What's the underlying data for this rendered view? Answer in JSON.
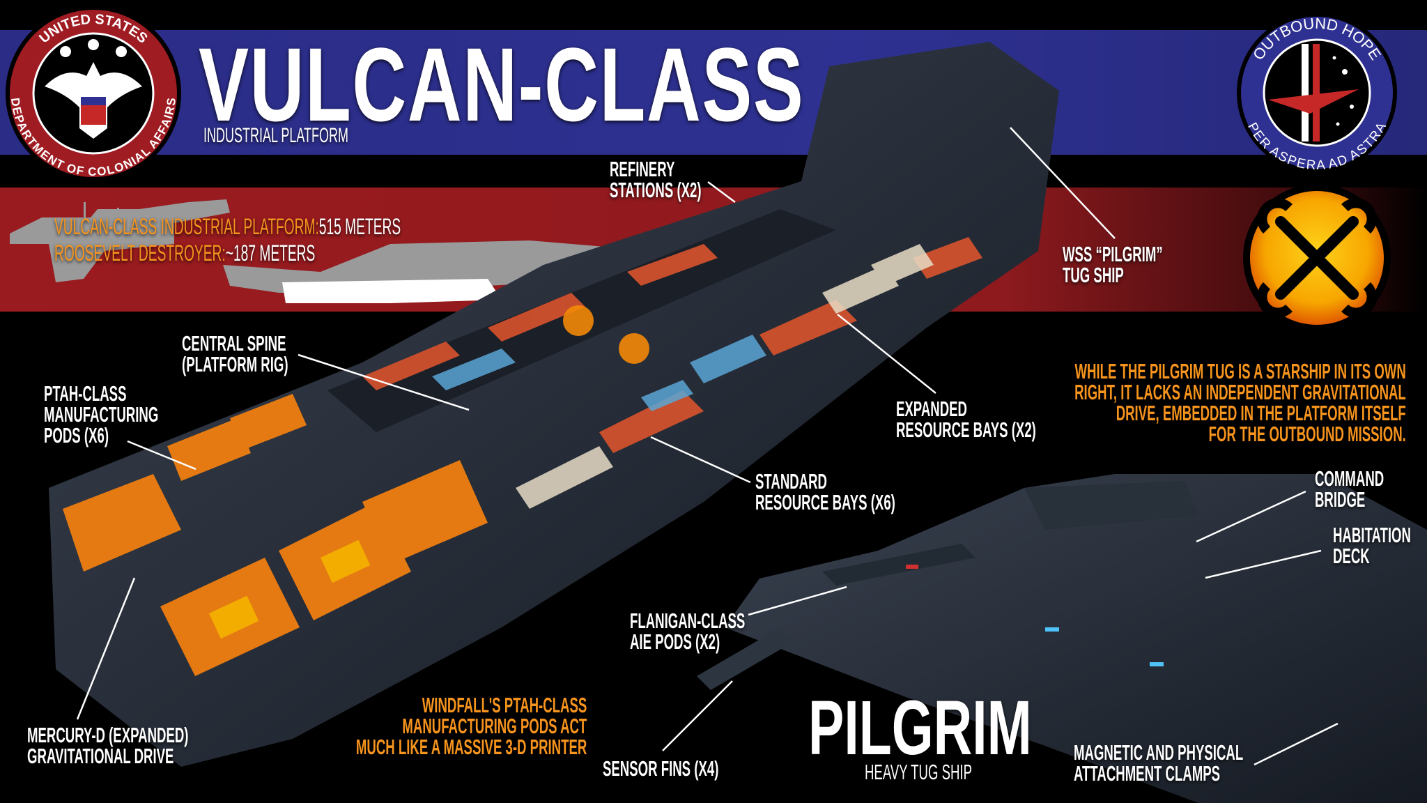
{
  "header": {
    "title": "VULCAN-CLASS",
    "subtitle": "INDUSTRIAL PLATFORM",
    "left_seal": {
      "text_top": "UNITED STATES",
      "text_bottom": "DEPARTMENT OF COLONIAL AFFAIRS"
    },
    "right_logo": {
      "text_top": "OUTBOUND HOPE",
      "text_bottom": "PER ASPERA AD ASTRA"
    }
  },
  "size_comparison": {
    "rows": [
      {
        "label": "VULCAN-CLASS INDUSTRIAL PLATFORM:",
        "value": "515 METERS"
      },
      {
        "label": "ROOSEVELT DESTROYER:",
        "value": "~187 METERS"
      }
    ]
  },
  "callouts": {
    "refinery": [
      "REFINERY",
      "STATIONS (x2)"
    ],
    "tug": [
      "WSS “PILGRIM”",
      "TUG SHIP"
    ],
    "spine": [
      "CENTRAL SPINE",
      "(PLATFORM RIG)"
    ],
    "ptah": [
      "PTAH-CLASS",
      "MANUFACTURING",
      "PODS (x6)"
    ],
    "expanded": [
      "EXPANDED",
      "RESOURCE BAYS (x2)"
    ],
    "standard": [
      "STANDARD",
      "RESOURCE BAYS (x6)"
    ],
    "command": [
      "COMMAND",
      "BRIDGE"
    ],
    "habitation": [
      "HABITATION",
      "DECK"
    ],
    "flanigan": [
      "FLANIGAN-CLASS",
      "AIE PODS (x2)"
    ],
    "mercury": [
      "MERCURY-D (EXPANDED)",
      "GRAVITATIONAL DRIVE"
    ],
    "sensor": [
      "SENSOR FINS (x4)"
    ],
    "clamps": [
      "MAGNETIC AND PHYSICAL",
      "ATTACHMENT CLAMPS"
    ]
  },
  "notes": {
    "pilgrim": [
      "WHILE THE PILGRIM TUG IS A STARSHIP IN ITS OWN",
      "RIGHT, IT LACKS AN INDEPENDENT GRAVITATIONAL",
      "DRIVE, EMBEDDED IN THE PLATFORM ITSELF",
      "FOR THE OUTBOUND MISSION."
    ],
    "windfall": [
      "WINDFALL'S PTAH-CLASS",
      "MANUFACTURING PODS ACT",
      "MUCH LIKE A MASSIVE 3-D PRINTER"
    ]
  },
  "pilgrim_title": {
    "title": "PILGRIM",
    "subtitle": "HEAVY TUG SHIP"
  },
  "icons": {
    "wrench_badge": "crossed-wrenches-icon"
  },
  "colors": {
    "blue_band": "#2e3191",
    "red_band": "#9a1b1f",
    "accent_orange": "#f7941d",
    "badge_yellow": "#f9b000"
  }
}
